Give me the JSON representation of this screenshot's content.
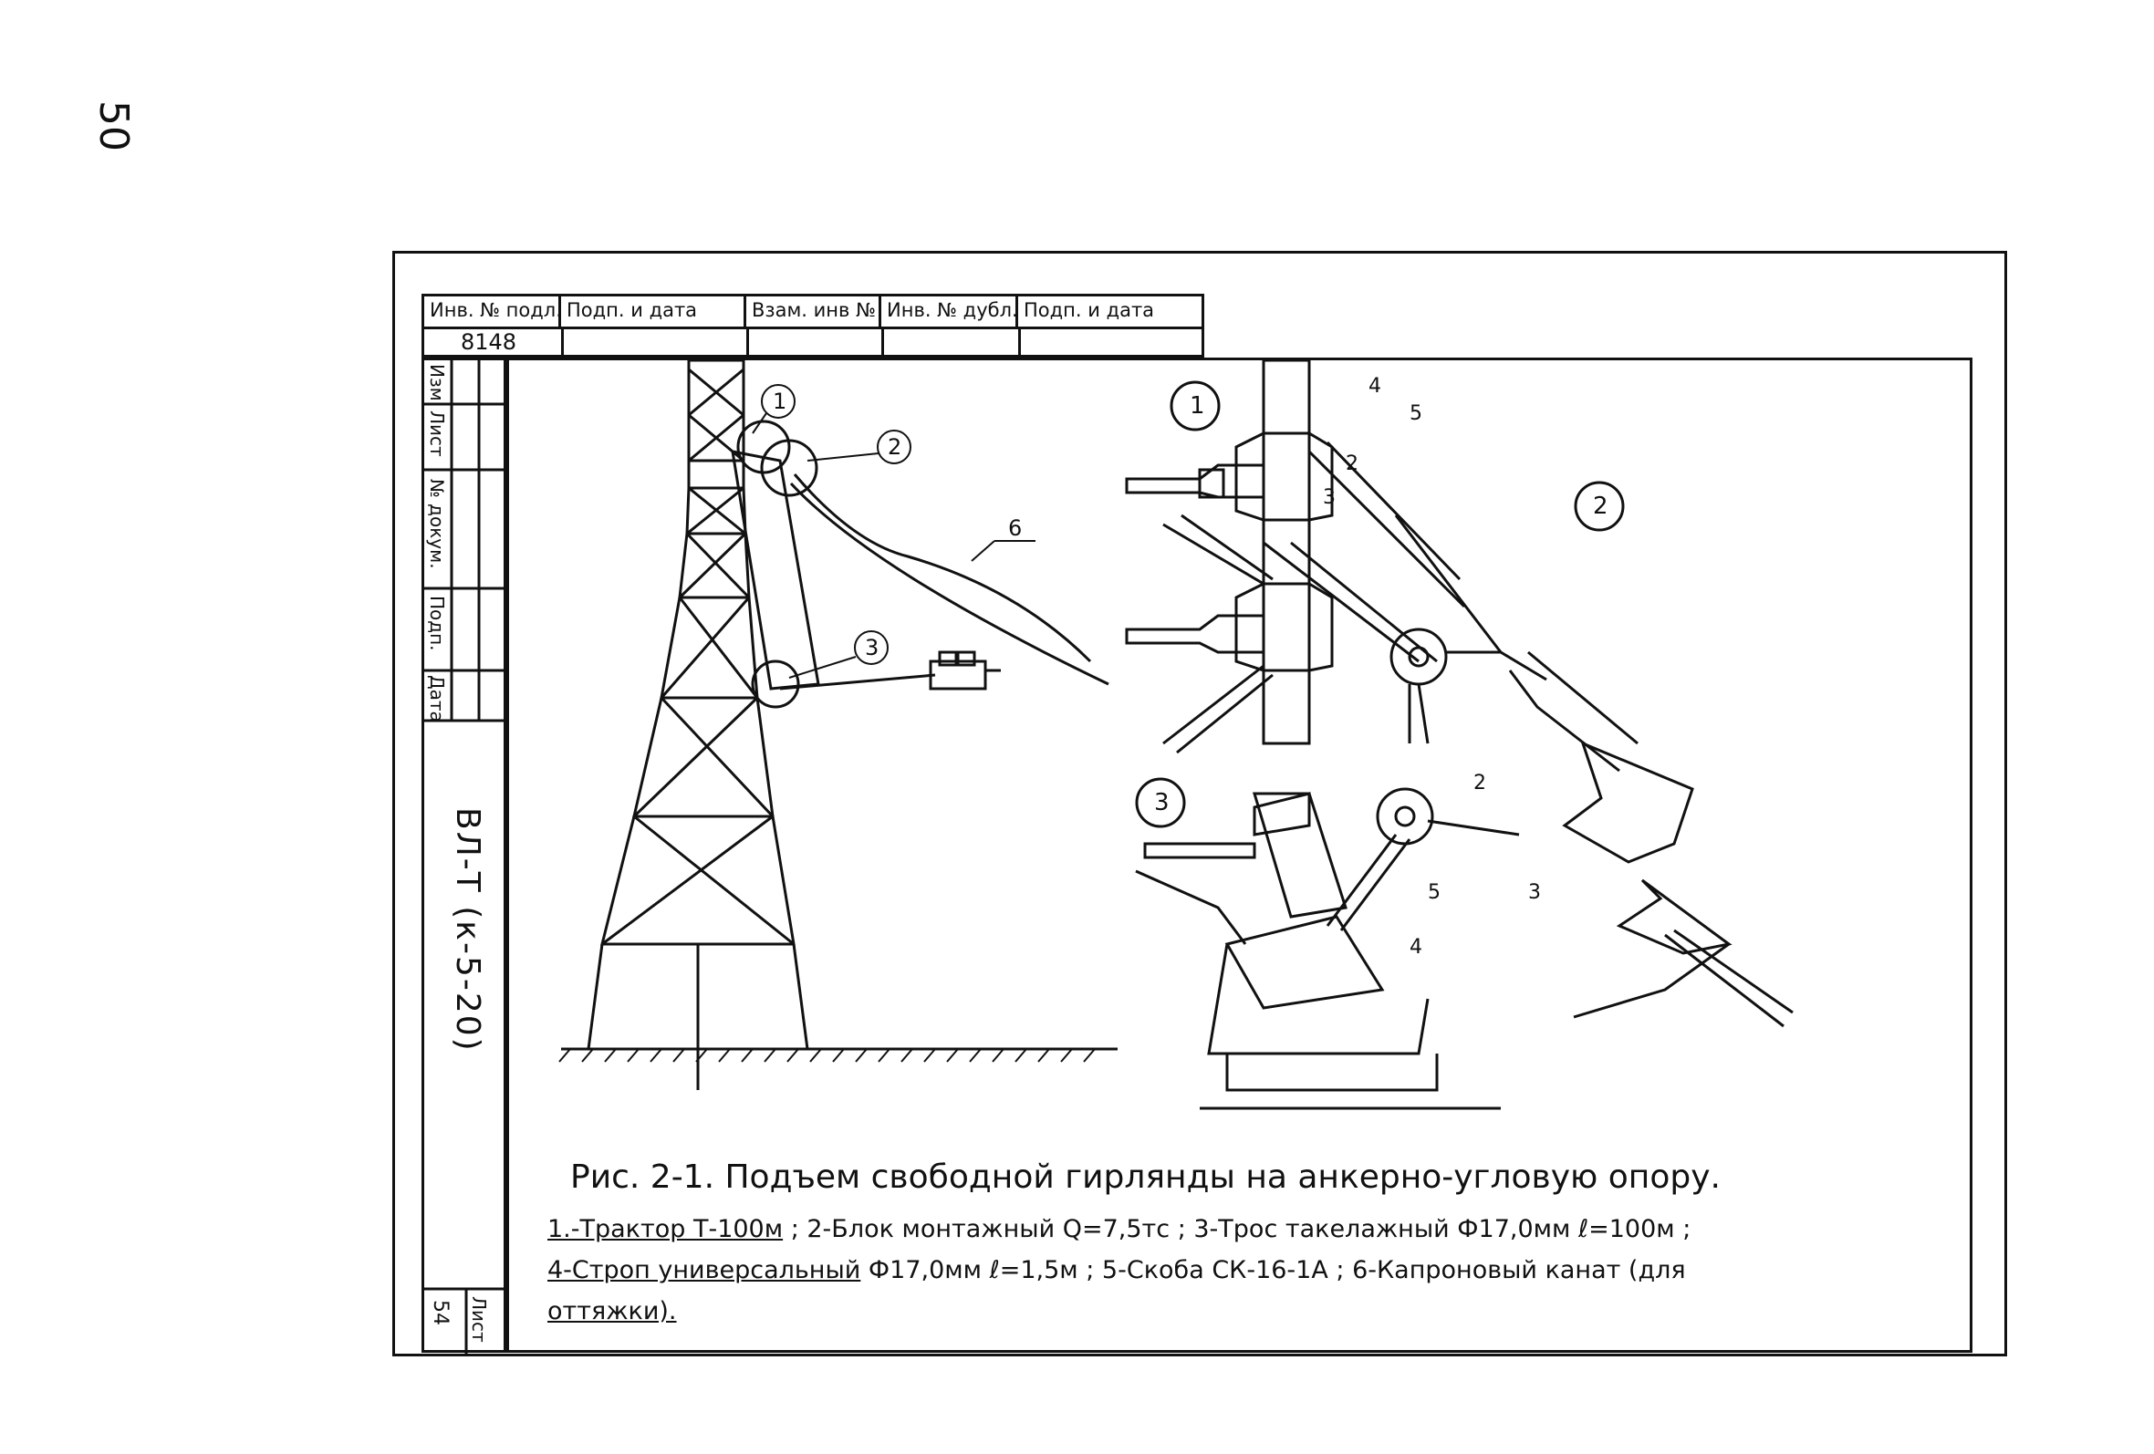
{
  "page_number": "50",
  "stamp": {
    "headers": [
      "Инв. № подл.",
      "Подп. и дата",
      "Взам. инв №",
      "Инв. № дубл.",
      "Подп. и дата"
    ],
    "inventory_number": "8148"
  },
  "sidebar": {
    "labels": [
      "Изм",
      "Лист",
      "№ докум.",
      "Подп.",
      "Дата"
    ],
    "code": "ВЛ-Т (к-5-20)",
    "sheet_label": "Лист",
    "sheet_number": "54"
  },
  "figure": {
    "callouts": [
      "1",
      "2",
      "3"
    ],
    "main_labels": [
      "1",
      "2",
      "3",
      "6"
    ],
    "detail1_labels": [
      "4",
      "5",
      "2",
      "3"
    ],
    "detail3_labels": [
      "2",
      "5",
      "3",
      "4"
    ]
  },
  "caption": "Рис. 2-1. Подъем свободной гирлянды на анкерно-угловую опору.",
  "legend": {
    "item1": "1.-Трактор Т-100м",
    "sep1": " ; 2-Блок монтажный Q=7,5тс ; 3-Трос такелажный Ф17,0мм ℓ=100м ;",
    "item4": "4-Строп универсальный",
    "item4_rest": " Ф17,0мм ℓ=1,5м ; 5-Скоба СК-16-1А ; 6-Капроновый канат (для",
    "item_end": "оттяжки)."
  }
}
